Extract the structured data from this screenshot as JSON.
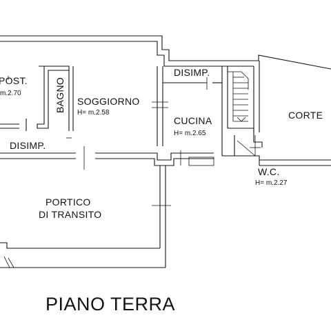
{
  "sheet_title": "PIANO TERRA",
  "rooms": [
    {
      "id": "ripost",
      "name": "POST.",
      "height": "m.2.70"
    },
    {
      "id": "bagno",
      "name": "BAGNO",
      "height": ""
    },
    {
      "id": "soggiorno",
      "name": "SOGGIORNO",
      "height": "H= m.2.58"
    },
    {
      "id": "disimp-upper",
      "name": "DISIMP.",
      "height": ""
    },
    {
      "id": "cucina",
      "name": "CUCINA",
      "height": "H= m.2.65"
    },
    {
      "id": "corte",
      "name": "CORTE",
      "height": ""
    },
    {
      "id": "disimp-lower",
      "name": "DISIMP.",
      "height": ""
    },
    {
      "id": "wc",
      "name": "W.C.",
      "height": "H= m.2.27"
    },
    {
      "id": "portico",
      "name": "PORTICO",
      "height": "DI TRANSITO"
    }
  ]
}
